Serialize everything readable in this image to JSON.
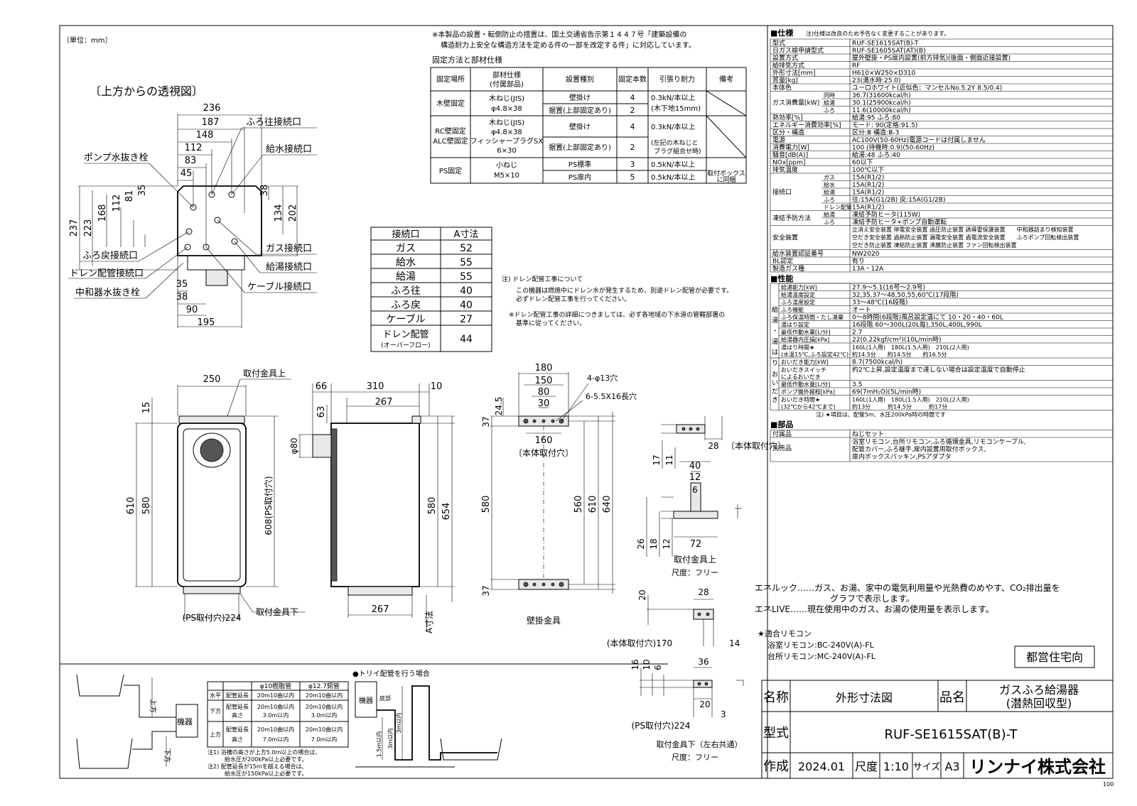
{
  "unit_note": "〔単位：mm〕",
  "top_view": {
    "title": "〔上方からの透視図〕",
    "dims_top": [
      "236",
      "187",
      "148",
      "112",
      "83",
      "45"
    ],
    "dims_left": [
      "237",
      "223",
      "168",
      "112",
      "81",
      "35"
    ],
    "dims_right": [
      "38",
      "134",
      "202"
    ],
    "dims_bottom": [
      "35",
      "38",
      "90",
      "195"
    ],
    "labels_left": [
      "ポンプ水抜き栓",
      "ふろ戻接続口",
      "ドレン配管接続口",
      "中和器水抜き栓"
    ],
    "labels_right": [
      "ふろ往接続口",
      "給水接続口",
      "ガス接続口",
      "給湯接続口",
      "ケーブル接続口"
    ]
  },
  "notice": {
    "line1": "※本製品の設置・転倒防止の措置は、国土交通省告示第１４４７号「建築設備の",
    "line2": "構造耐力上安全な構造方法を定める件の一部を改定する件」に対応しています。",
    "table_title": "固定方法と部材仕様",
    "headers": [
      "固定場所",
      "部材仕様\n(付属部品)",
      "設置種別",
      "固定本数",
      "引張り耐力",
      "備考"
    ],
    "rows": [
      {
        "place": "木壁固定",
        "material": "木ねじ(JIS)\nφ4.8×38",
        "types": [
          "壁掛け",
          "据置(上部固定あり)"
        ],
        "counts": [
          "4",
          "2"
        ],
        "strength": [
          "0.3kN/本以上",
          "(木下地15mm)"
        ],
        "note": ""
      },
      {
        "place": "RC壁固定\nALC壁固定",
        "material": "木ねじ(JIS)\nφ4.8×38\nフィッシャープラグSX\n6×30",
        "types": [
          "壁掛け",
          "据置(上部固定あり)"
        ],
        "counts": [
          "4",
          "2"
        ],
        "strength": [
          "0.3kN/本以上",
          "(左記の木ねじと\nプラグ組合せ時)"
        ],
        "note": ""
      },
      {
        "place": "PS固定",
        "material": "小ねじ\nM5×10",
        "types": [
          "PS標準",
          "PS扉内"
        ],
        "counts": [
          "3",
          "5"
        ],
        "strength": [
          "0.5kN/本以上",
          "0.5kN/本以上"
        ],
        "note": "取付ボックス\nに同梱"
      }
    ]
  },
  "a_dim_table": {
    "headers": [
      "接続口",
      "A寸法"
    ],
    "rows": [
      [
        "ガス",
        "52"
      ],
      [
        "給水",
        "55"
      ],
      [
        "給湯",
        "55"
      ],
      [
        "ふろ往",
        "40"
      ],
      [
        "ふろ戻",
        "40"
      ],
      [
        "ケーブル",
        "27"
      ],
      [
        "ドレン配管\n(オーバーフロー)",
        "44"
      ]
    ]
  },
  "drain_note": {
    "title": "注) ドレン配管工事について",
    "l1": "この機器は燃焼中にドレン水が発生するため、別途ドレン配管が必要です。",
    "l2": "必ずドレン配管工事を行ってください。",
    "l3": "※ドレン配管工事の詳細につきましては、必ず各地域の下水道の管轄部署の",
    "l4": "基準に従ってください。"
  },
  "front_view": {
    "dims": [
      "250",
      "15",
      "610",
      "580",
      "608(PS取付穴)",
      "(PS取付穴)224"
    ],
    "label_top": "取付金具上",
    "label_bottom": "取付金具下"
  },
  "side_view": {
    "dims": [
      "66",
      "310",
      "10",
      "267",
      "63",
      "φ80",
      "580",
      "654",
      "267",
      "A寸法"
    ]
  },
  "bracket_view": {
    "dims": [
      "180",
      "150",
      "80",
      "30",
      "24.5",
      "37",
      "160",
      "580",
      "560",
      "610",
      "640",
      "37"
    ],
    "hole1": "4-φ13穴",
    "hole2": "6-5.5X16長穴",
    "body_hole": "〔本体取付穴〕",
    "caption": "壁掛金具"
  },
  "detail_top": {
    "dims": [
      "28",
      "17",
      "11",
      "40",
      "12",
      "6",
      "26",
      "18",
      "12",
      "72"
    ],
    "body_hole": "〔本体取付穴〕",
    "caption": "取付金具上",
    "scale": "尺度：フリー"
  },
  "detail_bottom": {
    "dims": [
      "20",
      "28",
      "(本体取付穴)170",
      "14",
      "16",
      "10",
      "6",
      "36",
      "20",
      "3",
      "(PS取付穴)224"
    ],
    "caption": "取付金具下（左右共通）",
    "scale": "尺度：フリー"
  },
  "spec": {
    "section1": "■仕様",
    "section1_note": "注)仕様は改良のため予告なく変更することがあります。",
    "rows": [
      [
        "型式",
        "RUF-SE1615SAT(B)-T"
      ],
      [
        "日ガス検申請型式",
        "RUF-SE1605SAT(AT)(B)"
      ],
      [
        "設置方式",
        "屋外壁掛・PS扉内設置(前方排気)(後面・側面近接設置)"
      ],
      [
        "給排気方式",
        "RF"
      ],
      [
        "外形寸法[mm]",
        "H610×W250×D310"
      ],
      [
        "質量[kg]",
        "23(満水時:25.0)"
      ],
      [
        "本体色",
        "ユーロホワイト(近似色：マンセルNo.5.2Y 8.5/0.4)"
      ]
    ],
    "gas_label": "ガス消費量[kW]",
    "gas_rows": [
      [
        "同時",
        "36.7(31600kcal/h)"
      ],
      [
        "給湯",
        "30.1(25900kcal/h)"
      ],
      [
        "ふろ",
        "11.6(10000kcal/h)"
      ]
    ],
    "rows2": [
      [
        "熱効率[%]",
        "給湯:95 ふろ:80"
      ],
      [
        "エネルギー消費効率[%]",
        "モード: 90(定格:91.5)"
      ],
      [
        "区分・構造",
        "区分:Ⅲ 構造:Ⅲ-3"
      ],
      [
        "電源",
        "AC100V(50-60Hz)電源コードは付属しません"
      ],
      [
        "消費電力[W]",
        "100 (待機時:0.9)(50-60Hz)"
      ],
      [
        "騒音[dB(A)]",
        "給湯:48 ふろ:40"
      ],
      [
        "NOx[ppm]",
        "60以下"
      ],
      [
        "排気温度",
        "100℃以下"
      ]
    ],
    "conn_label": "接続口",
    "conn_rows": [
      [
        "ガス",
        "15A(R1/2)"
      ],
      [
        "給水",
        "15A(R1/2)"
      ],
      [
        "給湯",
        "15A(R1/2)"
      ],
      [
        "ふろ",
        "往:15A(G1/2B) 戻:15A(G1/2B)"
      ],
      [
        "ドレン配管",
        "15A(R1/2)"
      ]
    ],
    "freeze_label": "凍結予防方法",
    "freeze_rows": [
      [
        "給湯",
        "凍結予防ヒータ(115W)"
      ],
      [
        "ふろ",
        "凍結予防ヒータ+ポンプ自動運転"
      ]
    ],
    "safety_label": "安全装置",
    "safety_lines": [
      "立消え安全装置 停電安全装置 過圧防止装置 誘導雷保護装置　　中和器詰まり検知装置",
      "空だき安全装置 過熱防止装置 漏電安全装置 過電流安全装置　　ふろポンプ回転検出装置",
      "空だき防止装置 凍結防止装置 沸騰防止装置 ファン回転検出装置"
    ],
    "rows3": [
      [
        "給水装置認証番号",
        "NW2020"
      ],
      [
        "BL認定",
        "有り"
      ],
      [
        "製造ガス種",
        "13A・12A"
      ]
    ],
    "section2": "■性能",
    "perf_group1": "給湯・湯はり",
    "perf_rows1": [
      [
        "給湯能力[kW]",
        "27.9～5.1(16号～2.9号)"
      ],
      [
        "給湯温度設定",
        "32,35,37～48,50,55,60℃(17段階)"
      ],
      [
        "ふろ温度設定",
        "33～48℃(16段階)"
      ],
      [
        "ふろ機能",
        "オート"
      ],
      [
        "ふろ保温時間・たし湯量",
        "0～8時間(6段階)風呂設定温にて 10・20・40・60L"
      ],
      [
        "湯はり設定",
        "16段階 60～300L(20L毎),350L,400L,990L"
      ],
      [
        "最低作動水量[L/分]",
        "2.7"
      ],
      [
        "給湯器内圧損[kPa]",
        "22(0.22kgf/cm²)(10L/min時)"
      ]
    ],
    "fill_time_label": "湯はり時間★\n(水温15℃,ふろ設定42℃)",
    "fill_time": [
      "160L(1人用)　180L(1.5人用)　210L(2人用)",
      "約14.5分　　約14.5分　　約16.5分"
    ],
    "perf_group2": "おいだき",
    "perf_rows2": [
      [
        "おいだき能力[kW]",
        "8.7(7500kcal/h)"
      ],
      [
        "おいだきスイッチ\nによるおいだき",
        "約2℃上昇,設定温度まで達しない場合は設定温度で自動停止"
      ],
      [
        "最低作動水量[L/分]",
        "3.5"
      ],
      [
        "ポンプ機外揚程[kPa]",
        "69(7mH₂O)(5L/min時)"
      ]
    ],
    "reheat_label": "おいだき時間★\n(32℃から42℃まで)",
    "reheat_time": [
      "160L(1人用)　180L(1.5人用)　210L(2人用)",
      "約13分　　　約14.5分　　　約17分"
    ],
    "perf_note": "注) ★項目は、配管5m、水圧200kPa時の時間です",
    "section3": "■部品",
    "parts": [
      [
        "付属品",
        "ねじセット"
      ],
      [
        "別売品",
        "浴室リモコン,台所リモコン,ふろ循環金具,リモコンケーブル,\n配管カバー,ふろ継手,扉内設置用取付ボックス,\n扉内ボックスパッキン,PSアダプタ"
      ]
    ]
  },
  "eneluck": {
    "l1": "エネルック……ガス、お湯、家中の電気利用量や光熱費のめやす、CO₂排出量を",
    "l2": "グラフで表示します。",
    "l3": "エネLIVE……現在使用中のガス、お湯の使用量を表示します。"
  },
  "remote": {
    "title": "★適合リモコン",
    "l1": "浴室リモコン:BC-240V(A)-FL",
    "l2": "台所リモコン:MC-240V(A)-FL",
    "stamp": "都営住宅向"
  },
  "piping": {
    "col1": "φ10樹脂管",
    "col2": "φ12.7銅管",
    "rows": [
      [
        "水平",
        "配管延長",
        "20m10曲以内",
        "20m10曲以内"
      ],
      [
        "下方",
        "配管延長\n高さ",
        "20m10曲以内\n3.0m以内",
        "20m10曲以内\n3.0m以内"
      ],
      [
        "上方",
        "配管延長\n高さ",
        "20m10曲以内\n7.0m以内",
        "20m10曲以内\n7.0m以内"
      ]
    ],
    "note1": "注1) 浴槽の高さが上方5.0m以上の場合は、",
    "note1b": "給水圧が200kPa以上必要です。",
    "note2": "注2) 配管延長が15mを越える場合は、",
    "note2b": "給水圧が150kPa以上必要です。",
    "trap_title": "●トリイ配管を行う場合",
    "appliance": "機器",
    "up": "上方",
    "down": "下方",
    "bottom": "底部",
    "h1": "1.5m以内",
    "h2": "3m以内",
    "h3": "3m以内"
  },
  "title_block": {
    "name_label": "名称",
    "name": "外形寸法図",
    "product_label": "品名",
    "product1": "ガスふろ給湯器",
    "product2": "(潜熱回収型)",
    "model_label": "型式",
    "model": "RUF-SE1615SAT(B)-T",
    "made_label": "作成",
    "date": "2024.01",
    "scale_label": "尺度",
    "scale": "1:10",
    "size_label": "サイズ",
    "size": "A3",
    "company": "リンナイ株式会社",
    "page": "100"
  }
}
